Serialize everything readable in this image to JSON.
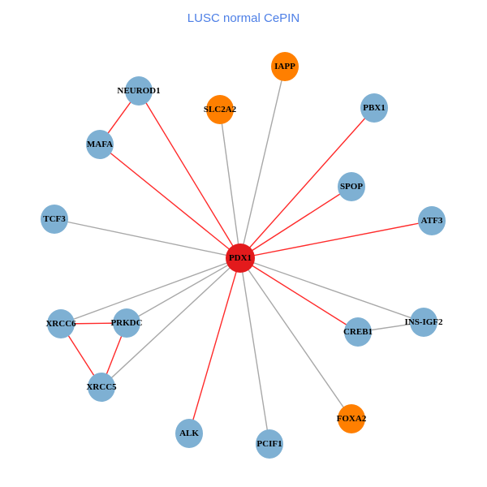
{
  "title": "LUSC normal CePIN",
  "colors": {
    "hub": "#e31a1c",
    "default": "#7eb0d3",
    "highlight": "#ff7f00",
    "edge_red": "#ff2a2a",
    "edge_grey": "#a8a8a8"
  },
  "nodes": [
    {
      "id": "PDX1",
      "group": "hub"
    },
    {
      "id": "IAPP",
      "group": "highlight"
    },
    {
      "id": "NEUROD1",
      "group": "default"
    },
    {
      "id": "SLC2A2",
      "group": "highlight"
    },
    {
      "id": "PBX1",
      "group": "default"
    },
    {
      "id": "MAFA",
      "group": "default"
    },
    {
      "id": "SPOP",
      "group": "default"
    },
    {
      "id": "TCF3",
      "group": "default"
    },
    {
      "id": "ATF3",
      "group": "default"
    },
    {
      "id": "XRCC6",
      "group": "default"
    },
    {
      "id": "PRKDC",
      "group": "default"
    },
    {
      "id": "CREB1",
      "group": "default"
    },
    {
      "id": "INS-IGF2",
      "group": "default"
    },
    {
      "id": "XRCC5",
      "group": "default"
    },
    {
      "id": "ALK",
      "group": "default"
    },
    {
      "id": "PCIF1",
      "group": "default"
    },
    {
      "id": "FOXA2",
      "group": "highlight"
    }
  ],
  "edges": [
    {
      "source": "PDX1",
      "target": "NEUROD1",
      "type": "red"
    },
    {
      "source": "PDX1",
      "target": "MAFA",
      "type": "red"
    },
    {
      "source": "PDX1",
      "target": "SLC2A2",
      "type": "grey"
    },
    {
      "source": "PDX1",
      "target": "IAPP",
      "type": "grey"
    },
    {
      "source": "PDX1",
      "target": "PBX1",
      "type": "red"
    },
    {
      "source": "PDX1",
      "target": "SPOP",
      "type": "red"
    },
    {
      "source": "PDX1",
      "target": "ATF3",
      "type": "red"
    },
    {
      "source": "PDX1",
      "target": "TCF3",
      "type": "grey"
    },
    {
      "source": "PDX1",
      "target": "XRCC6",
      "type": "grey"
    },
    {
      "source": "PDX1",
      "target": "PRKDC",
      "type": "grey"
    },
    {
      "source": "PDX1",
      "target": "XRCC5",
      "type": "grey"
    },
    {
      "source": "PDX1",
      "target": "ALK",
      "type": "red"
    },
    {
      "source": "PDX1",
      "target": "PCIF1",
      "type": "grey"
    },
    {
      "source": "PDX1",
      "target": "FOXA2",
      "type": "grey"
    },
    {
      "source": "PDX1",
      "target": "CREB1",
      "type": "red"
    },
    {
      "source": "PDX1",
      "target": "INS-IGF2",
      "type": "grey"
    },
    {
      "source": "NEUROD1",
      "target": "MAFA",
      "type": "red"
    },
    {
      "source": "XRCC6",
      "target": "PRKDC",
      "type": "red"
    },
    {
      "source": "XRCC6",
      "target": "XRCC5",
      "type": "red"
    },
    {
      "source": "PRKDC",
      "target": "XRCC5",
      "type": "red"
    },
    {
      "source": "CREB1",
      "target": "INS-IGF2",
      "type": "grey"
    }
  ]
}
